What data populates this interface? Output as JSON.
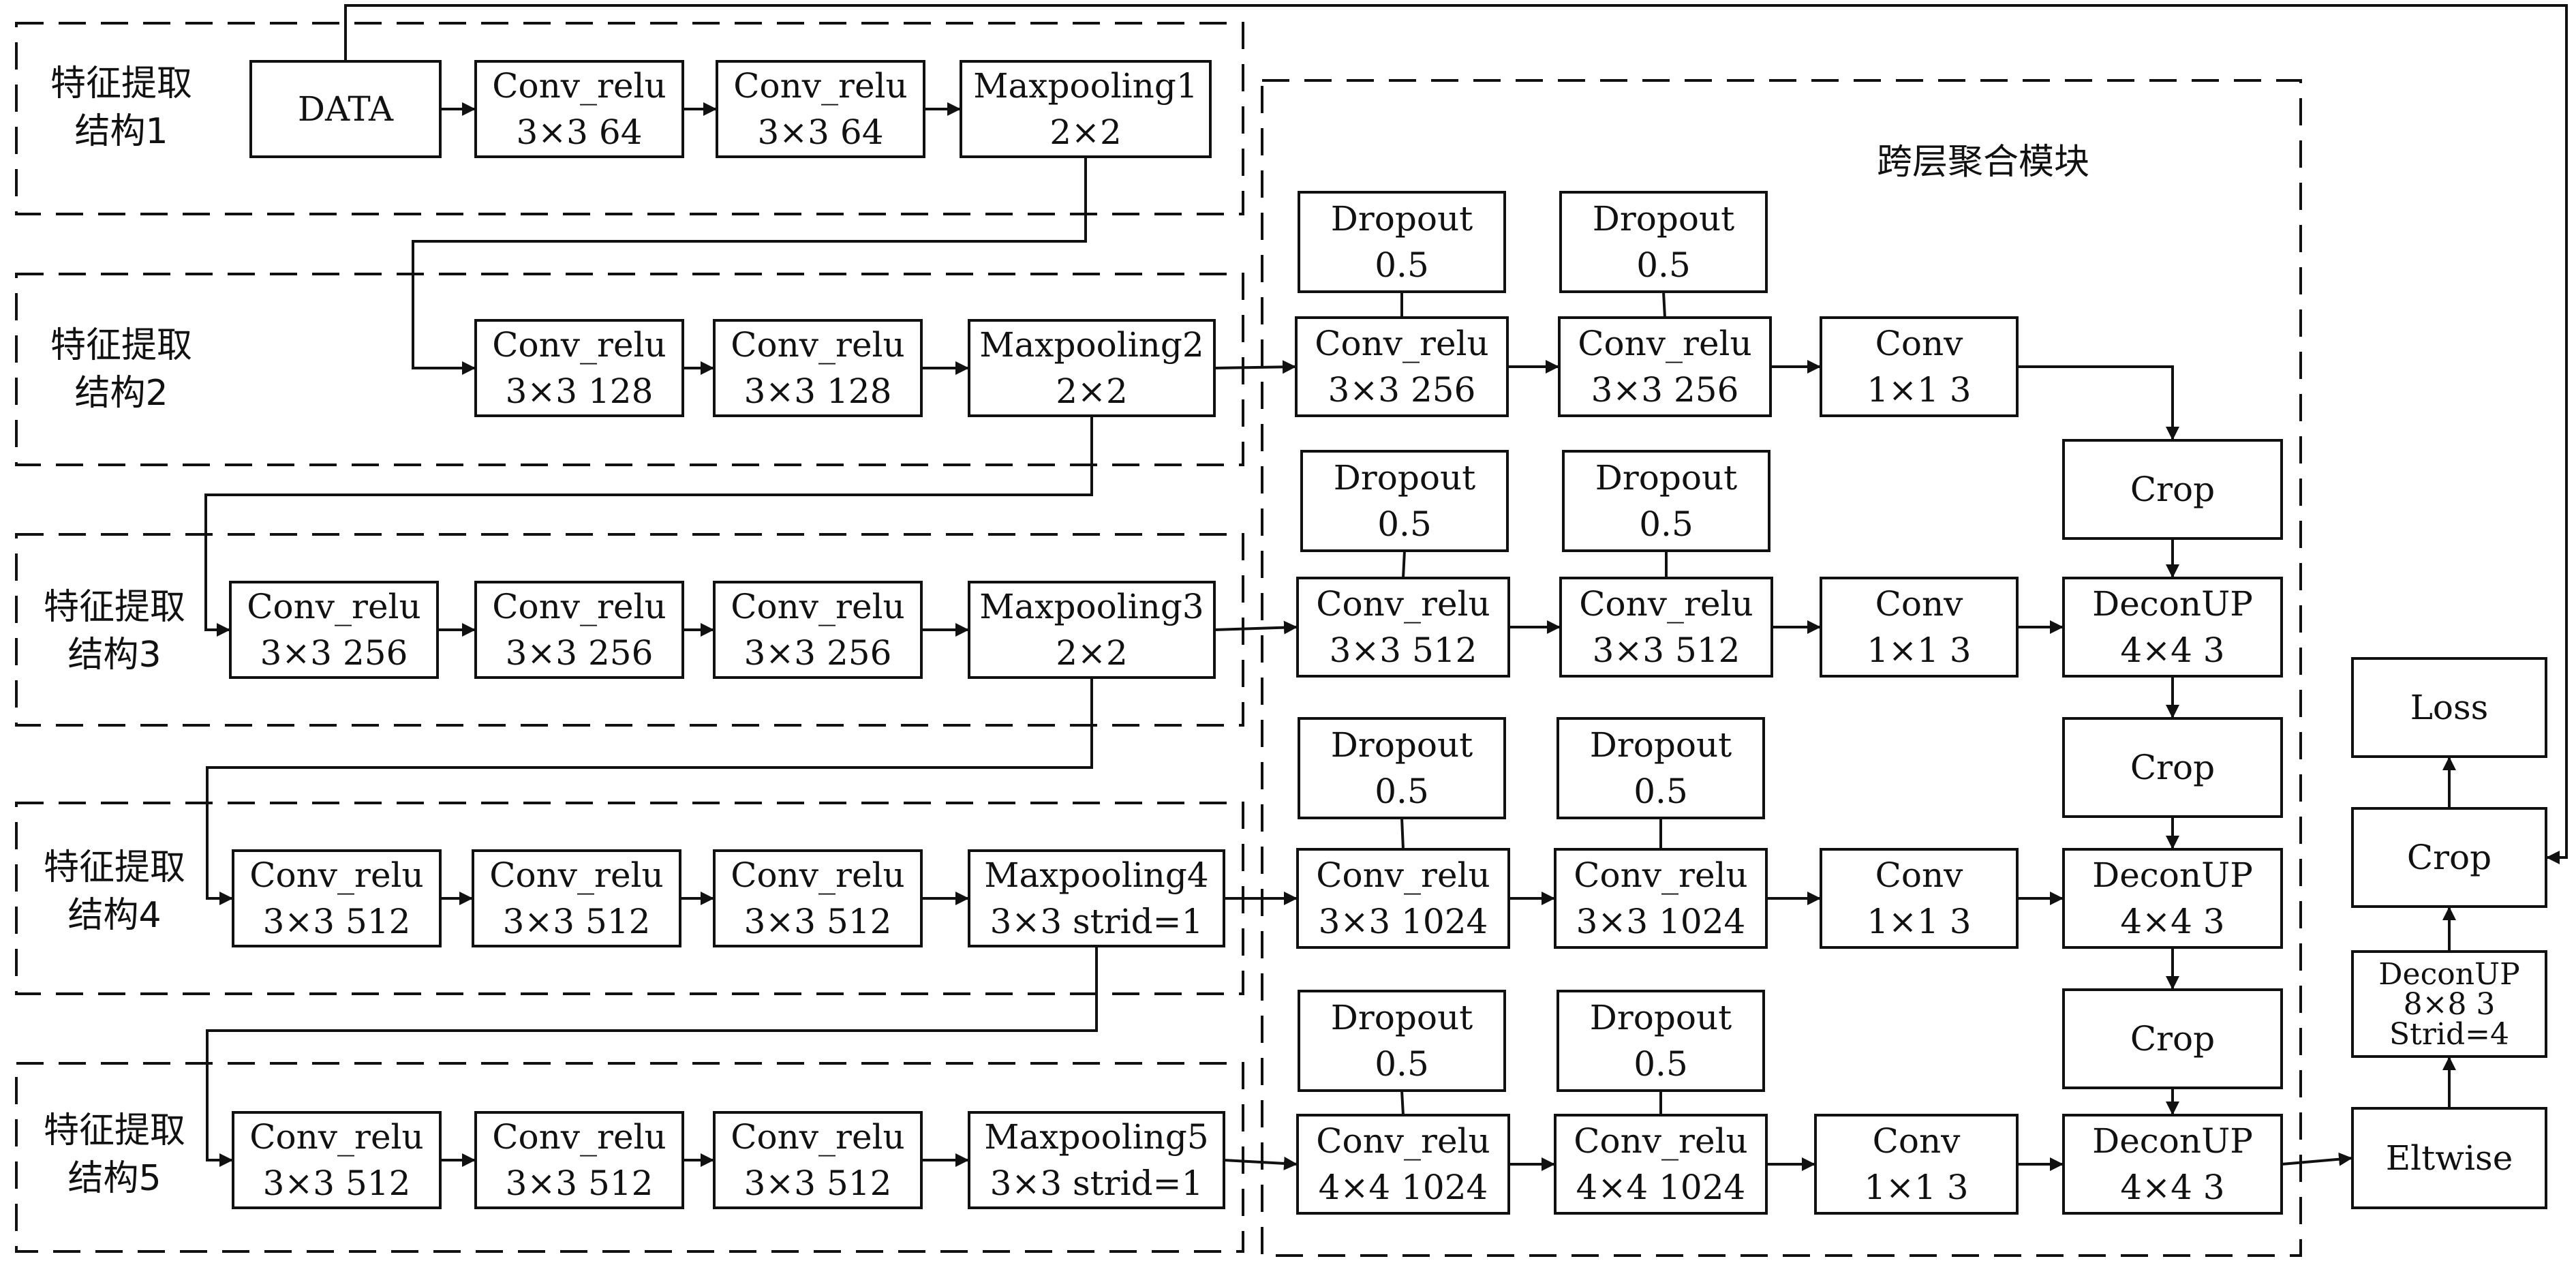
{
  "sections": {
    "s1": [
      "特征提取",
      "结构1"
    ],
    "s2": [
      "特征提取",
      "结构2"
    ],
    "s3": [
      "特征提取",
      "结构3"
    ],
    "s4": [
      "特征提取",
      "结构4"
    ],
    "s5": [
      "特征提取",
      "结构5"
    ],
    "fusion_title": "跨层聚合模块"
  },
  "nodes": {
    "data": [
      "DATA"
    ],
    "r1c1": [
      "Conv_relu",
      "3×3 64"
    ],
    "r1c2": [
      "Conv_relu",
      "3×3 64"
    ],
    "r1mp": [
      "Maxpooling1",
      "2×2"
    ],
    "r2c1": [
      "Conv_relu",
      "3×3 128"
    ],
    "r2c2": [
      "Conv_relu",
      "3×3 128"
    ],
    "r2mp": [
      "Maxpooling2",
      "2×2"
    ],
    "r3c1": [
      "Conv_relu",
      "3×3 256"
    ],
    "r3c2": [
      "Conv_relu",
      "3×3 256"
    ],
    "r3c3": [
      "Conv_relu",
      "3×3 256"
    ],
    "r3mp": [
      "Maxpooling3",
      "2×2"
    ],
    "r4c1": [
      "Conv_relu",
      "3×3 512"
    ],
    "r4c2": [
      "Conv_relu",
      "3×3 512"
    ],
    "r4c3": [
      "Conv_relu",
      "3×3 512"
    ],
    "r4mp": [
      "Maxpooling4",
      "3×3 strid=1"
    ],
    "r5c1": [
      "Conv_relu",
      "3×3 512"
    ],
    "r5c2": [
      "Conv_relu",
      "3×3 512"
    ],
    "r5c3": [
      "Conv_relu",
      "3×3 512"
    ],
    "r5mp": [
      "Maxpooling5",
      "3×3 strid=1"
    ],
    "f1do1": [
      "Dropout",
      "0.5"
    ],
    "f1do2": [
      "Dropout",
      "0.5"
    ],
    "f1cr1": [
      "Conv_relu",
      "3×3 256"
    ],
    "f1cr2": [
      "Conv_relu",
      "3×3 256"
    ],
    "f1conv": [
      "Conv",
      "1×1 3"
    ],
    "f2do1": [
      "Dropout",
      "0.5"
    ],
    "f2do2": [
      "Dropout",
      "0.5"
    ],
    "f2cr1": [
      "Conv_relu",
      "3×3 512"
    ],
    "f2cr2": [
      "Conv_relu",
      "3×3 512"
    ],
    "f2conv": [
      "Conv",
      "1×1 3"
    ],
    "f3do1": [
      "Dropout",
      "0.5"
    ],
    "f3do2": [
      "Dropout",
      "0.5"
    ],
    "f3cr1": [
      "Conv_relu",
      "3×3 1024"
    ],
    "f3cr2": [
      "Conv_relu",
      "3×3 1024"
    ],
    "f3conv": [
      "Conv",
      "1×1 3"
    ],
    "f4do1": [
      "Dropout",
      "0.5"
    ],
    "f4do2": [
      "Dropout",
      "0.5"
    ],
    "f4cr1": [
      "Conv_relu",
      "4×4 1024"
    ],
    "f4cr2": [
      "Conv_relu",
      "4×4 1024"
    ],
    "f4conv": [
      "Conv",
      "1×1 3"
    ],
    "crop1": [
      "Crop"
    ],
    "decon1": [
      "DeconUP",
      "4×4 3"
    ],
    "crop2": [
      "Crop"
    ],
    "decon2": [
      "DeconUP",
      "4×4 3"
    ],
    "crop3": [
      "Crop"
    ],
    "decon3": [
      "DeconUP",
      "4×4 3"
    ],
    "eltwise": [
      "Eltwise"
    ],
    "decon8": [
      "DeconUP",
      "8×8 3",
      "Strid=4"
    ],
    "cropf": [
      "Crop"
    ],
    "loss": [
      "Loss"
    ]
  }
}
